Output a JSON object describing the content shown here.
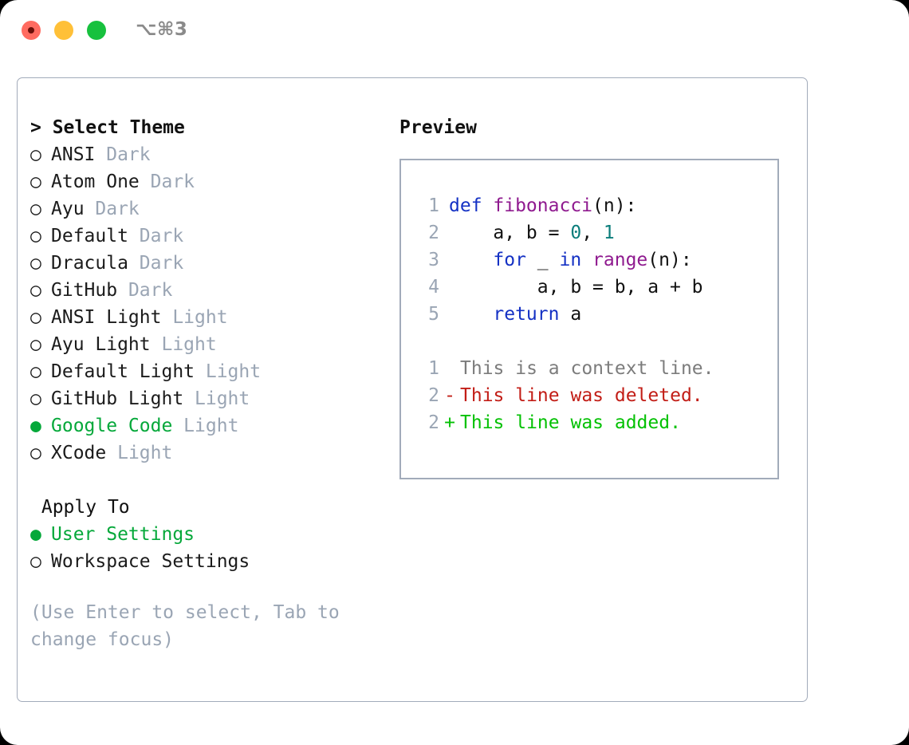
{
  "window": {
    "shortcut": "⌥⌘3",
    "traffic_lights": [
      {
        "name": "close",
        "color": "#ff6b60"
      },
      {
        "name": "minimize",
        "color": "#ffc038"
      },
      {
        "name": "maximize",
        "color": "#17c13e"
      }
    ]
  },
  "theme_section": {
    "prefix": "> ",
    "title": "Select Theme",
    "options": [
      {
        "bullet": "○",
        "label": "ANSI",
        "tag": "Dark",
        "selected": false
      },
      {
        "bullet": "○",
        "label": "Atom One",
        "tag": "Dark",
        "selected": false
      },
      {
        "bullet": "○",
        "label": "Ayu",
        "tag": "Dark",
        "selected": false
      },
      {
        "bullet": "○",
        "label": "Default",
        "tag": "Dark",
        "selected": false
      },
      {
        "bullet": "○",
        "label": "Dracula",
        "tag": "Dark",
        "selected": false
      },
      {
        "bullet": "○",
        "label": "GitHub",
        "tag": "Dark",
        "selected": false
      },
      {
        "bullet": "○",
        "label": "ANSI Light",
        "tag": "Light",
        "selected": false
      },
      {
        "bullet": "○",
        "label": "Ayu Light",
        "tag": "Light",
        "selected": false
      },
      {
        "bullet": "○",
        "label": "Default Light",
        "tag": "Light",
        "selected": false
      },
      {
        "bullet": "○",
        "label": "GitHub Light",
        "tag": "Light",
        "selected": false
      },
      {
        "bullet": "●",
        "label": "Google Code",
        "tag": "Light",
        "selected": true
      },
      {
        "bullet": "○",
        "label": "XCode",
        "tag": "Light",
        "selected": false
      }
    ]
  },
  "apply_section": {
    "title": "Apply To",
    "options": [
      {
        "bullet": "●",
        "label": "User Settings",
        "selected": true
      },
      {
        "bullet": "○",
        "label": "Workspace Settings",
        "selected": false
      }
    ]
  },
  "hint": "(Use Enter to select, Tab to change focus)",
  "preview": {
    "title": "Preview",
    "code_lines": [
      {
        "num": "1",
        "tokens": [
          {
            "t": "def ",
            "c": "kw"
          },
          {
            "t": "fibonacci",
            "c": "fn"
          },
          {
            "t": "(n):",
            "c": "txt"
          }
        ]
      },
      {
        "num": "2",
        "tokens": [
          {
            "t": "    a, b = ",
            "c": "txt"
          },
          {
            "t": "0",
            "c": "num"
          },
          {
            "t": ", ",
            "c": "txt"
          },
          {
            "t": "1",
            "c": "num"
          }
        ]
      },
      {
        "num": "3",
        "tokens": [
          {
            "t": "    ",
            "c": "txt"
          },
          {
            "t": "for",
            "c": "kw"
          },
          {
            "t": " _ ",
            "c": "txt"
          },
          {
            "t": "in",
            "c": "kw"
          },
          {
            "t": " ",
            "c": "txt"
          },
          {
            "t": "range",
            "c": "fn"
          },
          {
            "t": "(n):",
            "c": "txt"
          }
        ]
      },
      {
        "num": "4",
        "tokens": [
          {
            "t": "        a, b = b, a + b",
            "c": "txt"
          }
        ]
      },
      {
        "num": "5",
        "tokens": [
          {
            "t": "    ",
            "c": "txt"
          },
          {
            "t": "return",
            "c": "kw"
          },
          {
            "t": " a",
            "c": "txt"
          }
        ]
      }
    ],
    "diff_lines": [
      {
        "num": "1",
        "marker": " ",
        "text": "This is a context line.",
        "kind": "ctx"
      },
      {
        "num": "2",
        "marker": "-",
        "text": "This line was deleted.",
        "kind": "del"
      },
      {
        "num": "2",
        "marker": "+",
        "text": "This line was added.",
        "kind": "add"
      }
    ]
  },
  "colors": {
    "accent_green": "#05a83a",
    "muted": "#9aa5b4",
    "border": "#a2abba",
    "keyword": "#1431c4",
    "function": "#8f1a8f",
    "number": "#0b7d7b",
    "diff_add": "#04c104",
    "diff_del": "#c21d16"
  }
}
